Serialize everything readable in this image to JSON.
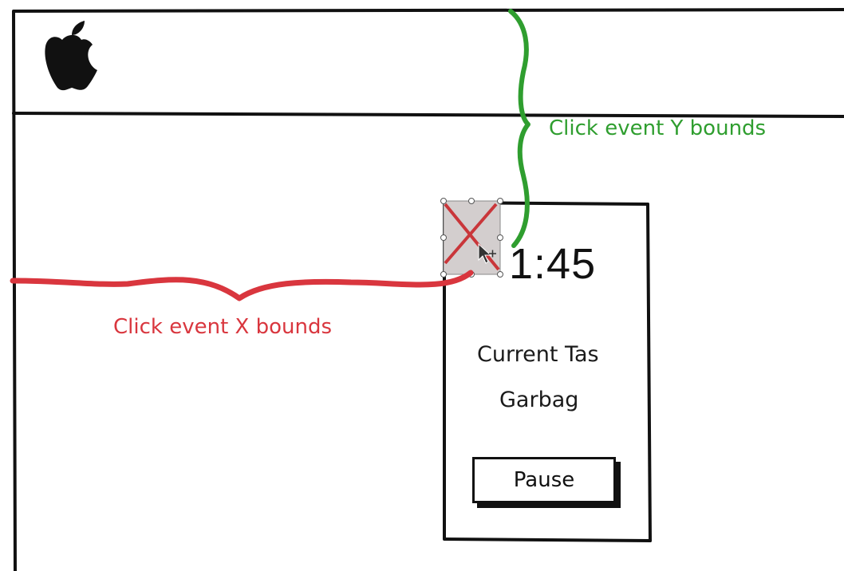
{
  "window": {
    "logo_icon": "apple-icon"
  },
  "task_panel": {
    "close_icon": "close-icon",
    "timer": "1:45",
    "heading": "Current Tas",
    "task_name": "Garbag",
    "pause_label": "Pause"
  },
  "annotations": {
    "x_bounds_label": "Click event X bounds",
    "y_bounds_label": "Click event Y bounds",
    "x_color": "#d9363e",
    "y_color": "#2f9e2f"
  }
}
